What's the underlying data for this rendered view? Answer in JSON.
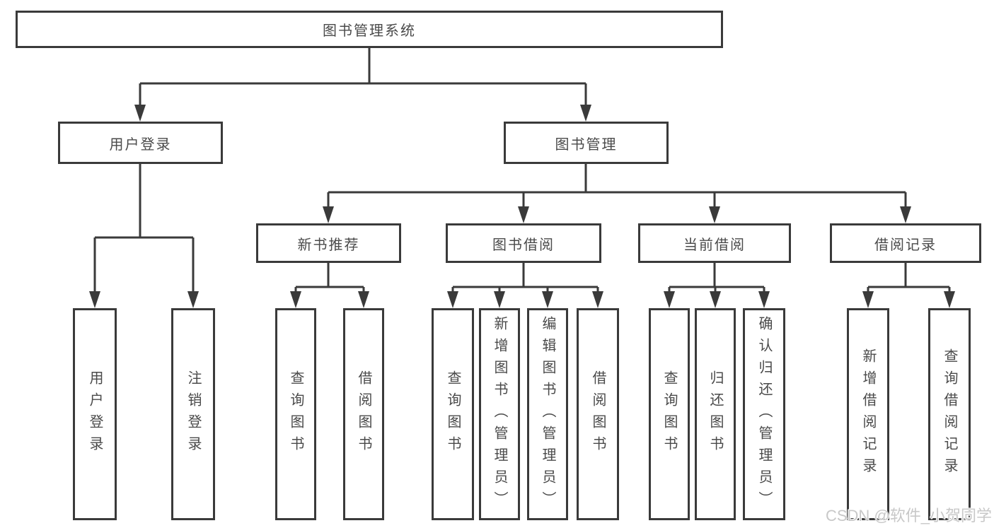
{
  "colors": {
    "line": "#3a3a3a",
    "text": "#4a4a4a",
    "box_fill": "#ffffff",
    "watermark": "#c8c8c8"
  },
  "watermark": "CSDN @软件_小贺同学",
  "tree": {
    "label": "图书管理系统",
    "children": [
      {
        "label": "用户登录",
        "children": [
          {
            "label": "用户登录"
          },
          {
            "label": "注销登录"
          }
        ]
      },
      {
        "label": "图书管理",
        "children": [
          {
            "label": "新书推荐",
            "children": [
              {
                "label": "查询图书"
              },
              {
                "label": "借阅图书"
              }
            ]
          },
          {
            "label": "图书借阅",
            "children": [
              {
                "label": "查询图书"
              },
              {
                "label": "新增图书（管理员）"
              },
              {
                "label": "编辑图书（管理员）"
              },
              {
                "label": "借阅图书"
              }
            ]
          },
          {
            "label": "当前借阅",
            "children": [
              {
                "label": "查询图书"
              },
              {
                "label": "归还图书"
              },
              {
                "label": "确认归还（管理员）"
              }
            ]
          },
          {
            "label": "借阅记录",
            "children": [
              {
                "label": "新增借阅记录"
              },
              {
                "label": "查询借阅记录"
              }
            ]
          }
        ]
      }
    ]
  }
}
